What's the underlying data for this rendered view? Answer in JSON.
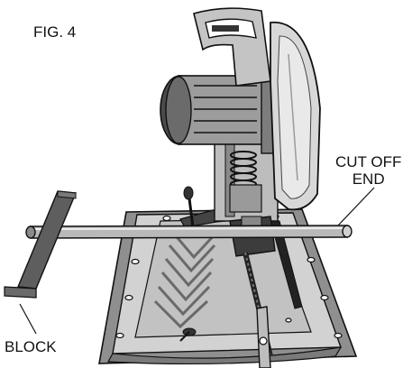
{
  "figure": {
    "label": "FIG. 4"
  },
  "callouts": {
    "cut_off_line1": "CUT OFF",
    "cut_off_line2": "END",
    "block": "BLOCK"
  },
  "colors": {
    "ink": "#111111",
    "metal_light": "#d9d9d9",
    "metal_mid": "#a8a8a8",
    "metal_dark": "#5a5a5a",
    "deep": "#2a2a2a"
  }
}
